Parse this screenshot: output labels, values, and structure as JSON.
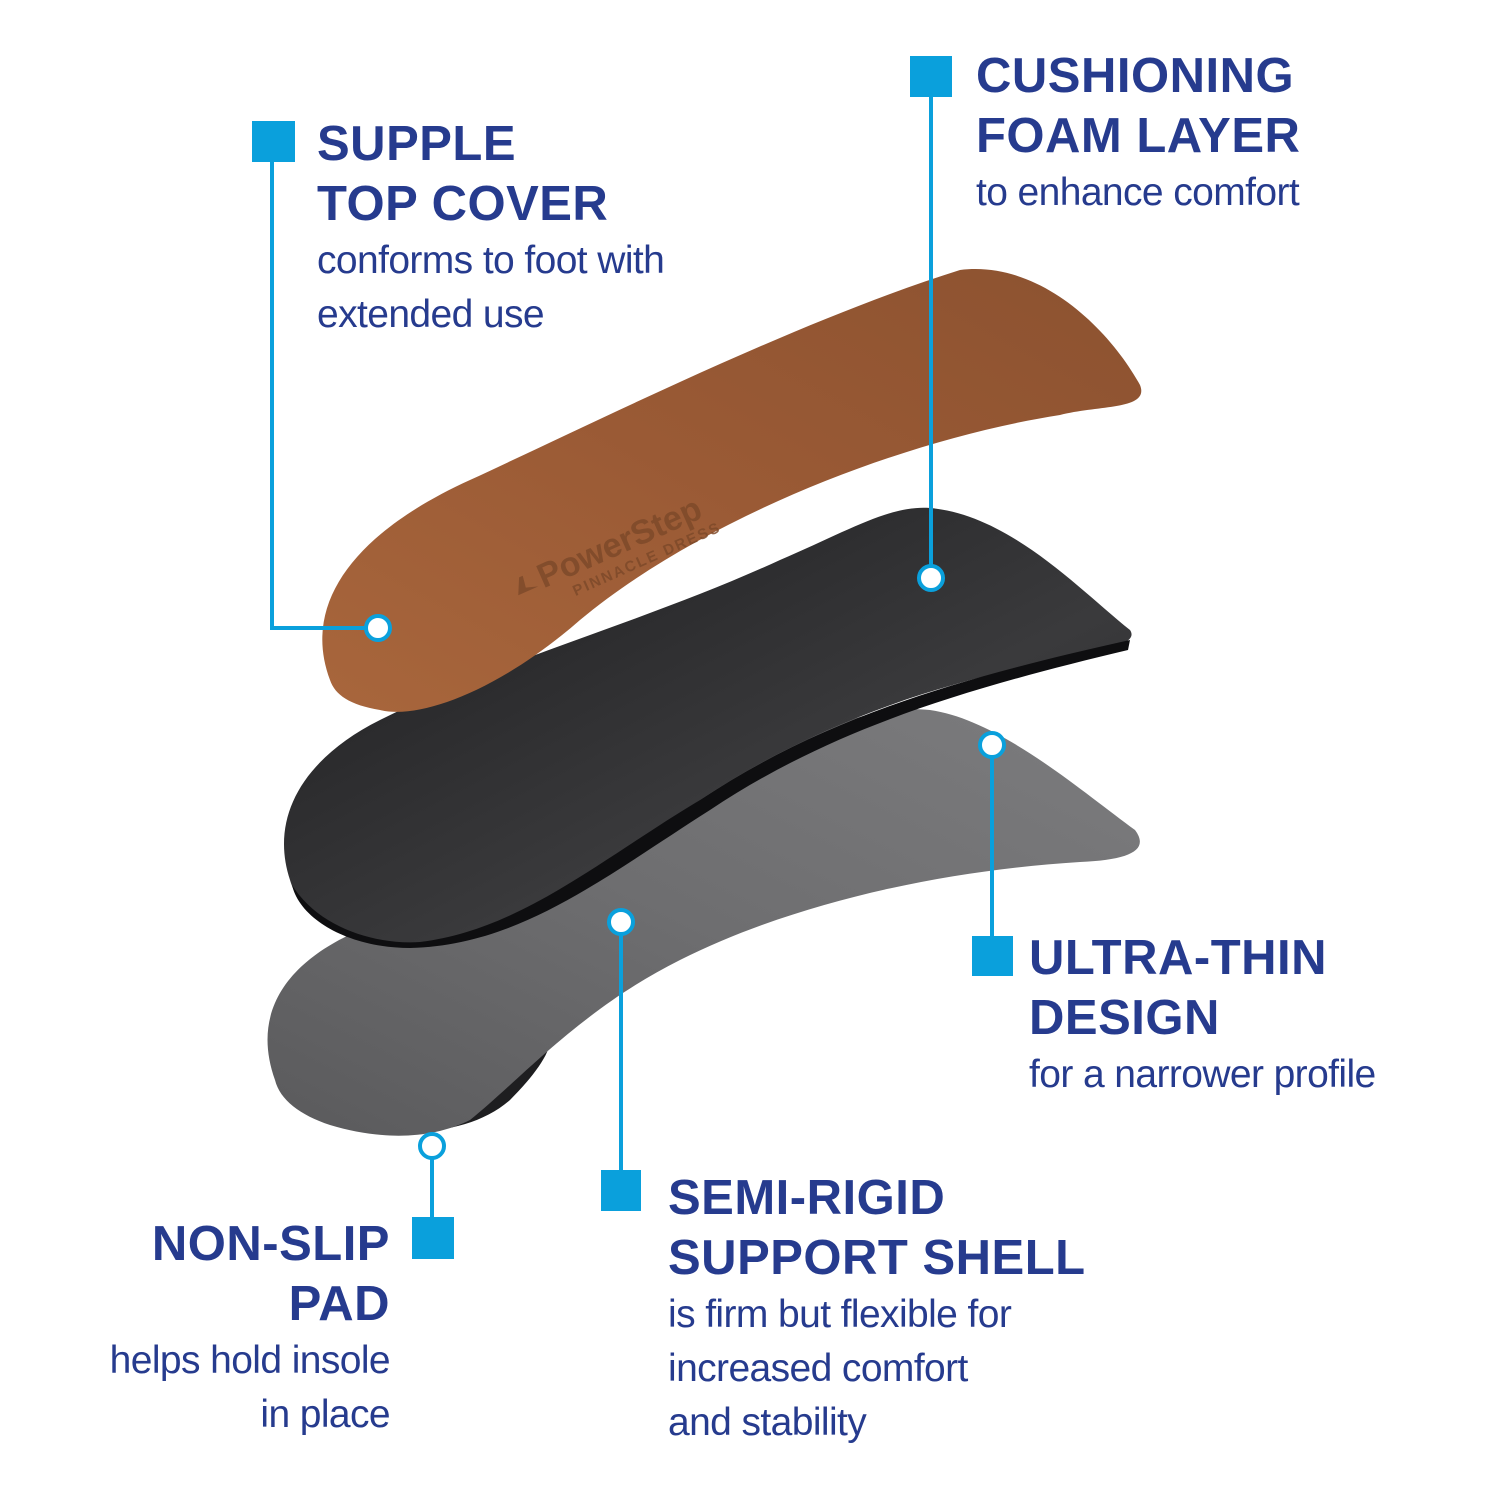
{
  "colors": {
    "navy": "#263b8e",
    "accent": "#0aa0dc",
    "top_cover": "#9a5c36",
    "foam": "#2a2a2c",
    "shell": "#6b6b6b"
  },
  "insole_logo": {
    "brand": "PowerStep",
    "model": "PINNACLE DRESS"
  },
  "callouts": {
    "supple": {
      "title1": "SUPPLE",
      "title2": "TOP COVER",
      "desc1": "conforms to foot with",
      "desc2": "extended use"
    },
    "cushioning": {
      "title1": "CUSHIONING",
      "title2": "FOAM LAYER",
      "desc1": "to enhance comfort"
    },
    "ultra_thin": {
      "title1": "ULTRA-THIN",
      "title2": "DESIGN",
      "desc1": "for a narrower profile"
    },
    "semi_rigid": {
      "title1": "SEMI-RIGID",
      "title2": "SUPPORT SHELL",
      "desc1": "is firm but flexible for",
      "desc2": "increased comfort",
      "desc3": "and stability"
    },
    "non_slip": {
      "title1": "NON-SLIP",
      "title2": "PAD",
      "desc1": "helps hold insole",
      "desc2": "in place"
    }
  }
}
